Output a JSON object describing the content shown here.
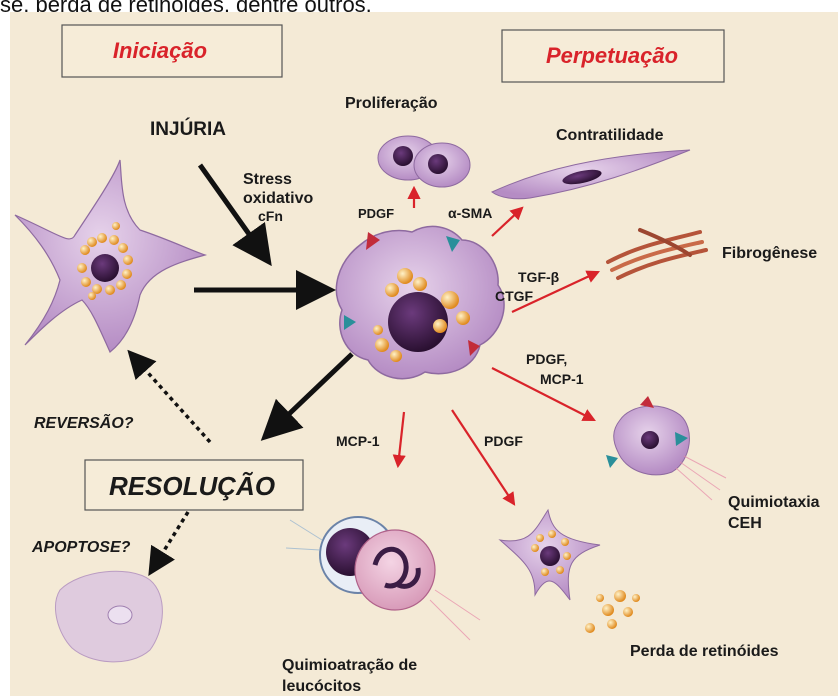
{
  "top_text": "se, perda de retinóides, dentre outros.",
  "phases": {
    "iniciacao": "Iniciação",
    "perpetuacao": "Perpetuação",
    "resolucao": "RESOLUÇÃO"
  },
  "labels": {
    "injuria": "INJÚRIA",
    "stress_line1": "Stress",
    "stress_line2": "oxidativo",
    "stress_line3": "cFn",
    "proliferacao": "Proliferação",
    "contratilidade": "Contratilidade",
    "fibrogenese": "Fibrogênese",
    "quimiotaxia_line1": "Quimiotaxia",
    "quimiotaxia_line2": "CEH",
    "perda_retinoides": "Perda de retinóides",
    "quimioatracao_line1": "Quimioatração de",
    "quimioatracao_line2": "leucócitos",
    "reversao": "REVERSÃO?",
    "apoptose": "APOPTOSE?"
  },
  "mediators": {
    "pdgf_prolif": "PDGF",
    "alpha_sma": "α-SMA",
    "tgf_beta": "TGF-β",
    "ctgf": "CTGF",
    "pdgf_mcp_line1": "PDGF,",
    "pdgf_mcp_line2": "MCP-1",
    "pdgf_down": "PDGF",
    "mcp1_down": "MCP-1"
  },
  "colors": {
    "background": "#f4ead6",
    "phase_red": "#d9232a",
    "arrow_red": "#d9232a",
    "cell_purple": "#c9a6d4",
    "nucleus": "#3b1d45",
    "lipid": "#f0b04a"
  }
}
